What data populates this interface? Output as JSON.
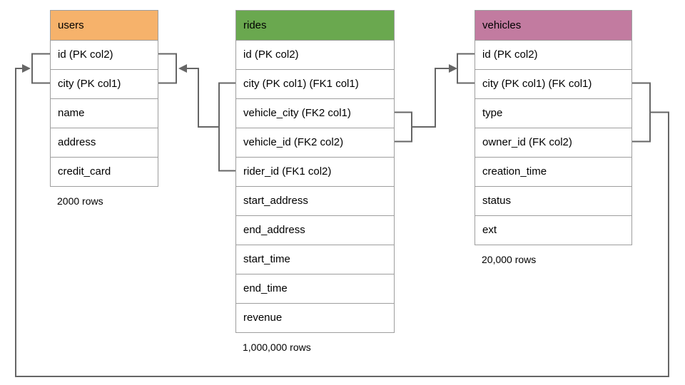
{
  "diagram": {
    "colors": {
      "connector": "#666666",
      "table_border": "#9e9e9e",
      "users_header": "#F6B26B",
      "rides_header": "#6AA84F",
      "vehicles_header": "#C27BA0"
    },
    "tables": [
      {
        "name": "users",
        "header_color": "#F6B26B",
        "columns": [
          "id (PK col2)",
          "city (PK col1)",
          "name",
          "address",
          "credit_card"
        ],
        "row_count": "2000 rows"
      },
      {
        "name": "rides",
        "header_color": "#6AA84F",
        "columns": [
          "id (PK col2)",
          "city (PK col1) (FK1 col1)",
          "vehicle_city (FK2 col1)",
          "vehicle_id (FK2 col2)",
          "rider_id (FK1 col2)",
          "start_address",
          "end_address",
          "start_time",
          "end_time",
          "revenue"
        ],
        "row_count": "1,000,000 rows"
      },
      {
        "name": "vehicles",
        "header_color": "#C27BA0",
        "columns": [
          "id (PK col2)",
          "city (PK col1) (FK col1)",
          "type",
          "owner_id (FK col2)",
          "creation_time",
          "status",
          "ext"
        ],
        "row_count": "20,000 rows"
      }
    ],
    "relationships": [
      {
        "name": "rides-to-users",
        "fk_label": "FK1",
        "from_table": "rides",
        "from_columns": [
          "city",
          "rider_id"
        ],
        "to_table": "users",
        "to_columns": [
          "id",
          "city"
        ]
      },
      {
        "name": "rides-to-vehicles",
        "fk_label": "FK2",
        "from_table": "rides",
        "from_columns": [
          "vehicle_city",
          "vehicle_id"
        ],
        "to_table": "vehicles",
        "to_columns": [
          "id",
          "city"
        ]
      },
      {
        "name": "vehicles-to-users",
        "fk_label": "FK",
        "from_table": "vehicles",
        "from_columns": [
          "city",
          "owner_id"
        ],
        "to_table": "users",
        "to_columns": [
          "id",
          "city"
        ]
      }
    ]
  }
}
